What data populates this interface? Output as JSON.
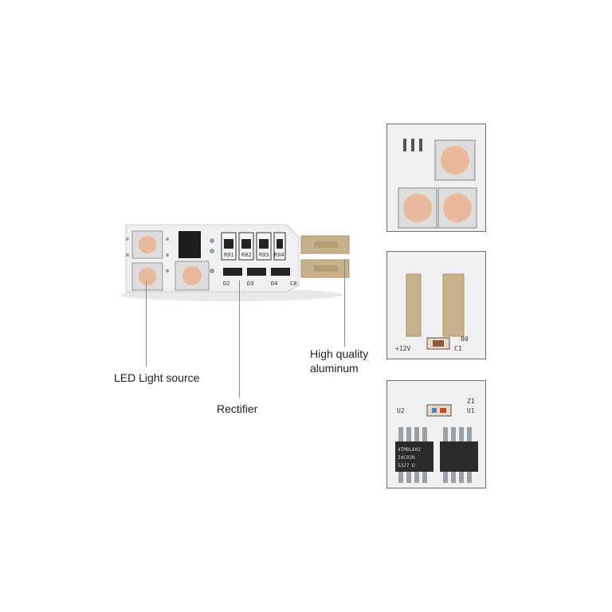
{
  "callouts": {
    "led": "LED Light source",
    "rectifier": "Rectifier",
    "aluminum_line1": "High quality",
    "aluminum_line2": "aluminum"
  },
  "board_marks": {
    "r1": "R01",
    "r2": "R02",
    "r3": "R03",
    "r4": "R04",
    "d1": "D2",
    "d2": "D3",
    "d3": "D4",
    "c0": "C0"
  },
  "insets": {
    "connector": {
      "plus": "+12V",
      "c1": "C1",
      "zero": "00"
    },
    "chip": {
      "u2": "U2",
      "u1": "U1",
      "z1": "Z1",
      "chip_text1": "4TM8L602",
      "chip_text2": "24C02N",
      "chip_text3": "5327 D"
    }
  },
  "colors": {
    "pcb": "#eceff1",
    "led": "#e9b99c",
    "aluminum": "#c7b18a",
    "chip": "#2b2b2b"
  }
}
